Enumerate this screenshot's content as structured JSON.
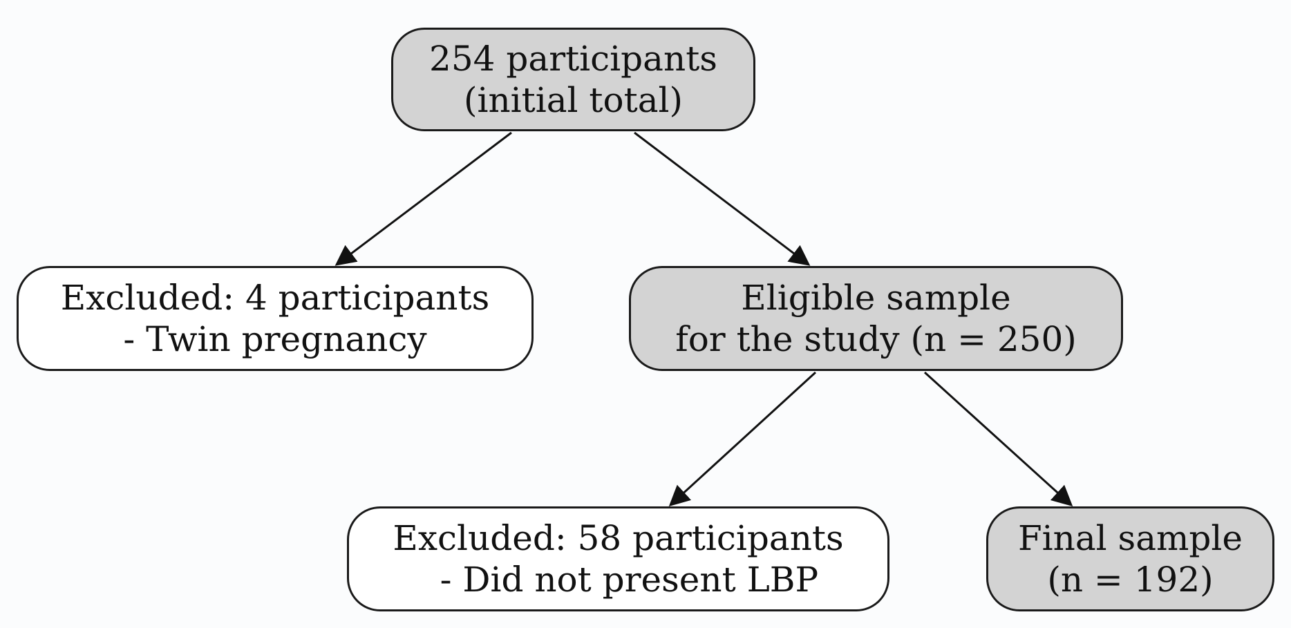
{
  "diagram": {
    "background_color": "#fbfcfd",
    "nodes": [
      {
        "id": "root",
        "lines": [
          "254 participants",
          "(initial total)"
        ],
        "fill": "#d3d3d3"
      },
      {
        "id": "excl1",
        "lines": [
          "Excluded: 4 participants",
          "- Twin pregnancy"
        ],
        "fill": "#ffffff"
      },
      {
        "id": "eligible",
        "lines": [
          "Eligible sample",
          "for the study (n = 250)"
        ],
        "fill": "#d3d3d3"
      },
      {
        "id": "excl2",
        "lines": [
          "Excluded: 58 participants",
          "  - Did not present LBP"
        ],
        "fill": "#ffffff"
      },
      {
        "id": "final",
        "lines": [
          "Final sample",
          "(n = 192)"
        ],
        "fill": "#d3d3d3"
      }
    ],
    "edges": [
      {
        "from": "root",
        "to": "excl1"
      },
      {
        "from": "root",
        "to": "eligible"
      },
      {
        "from": "eligible",
        "to": "excl2"
      },
      {
        "from": "eligible",
        "to": "final"
      }
    ]
  }
}
